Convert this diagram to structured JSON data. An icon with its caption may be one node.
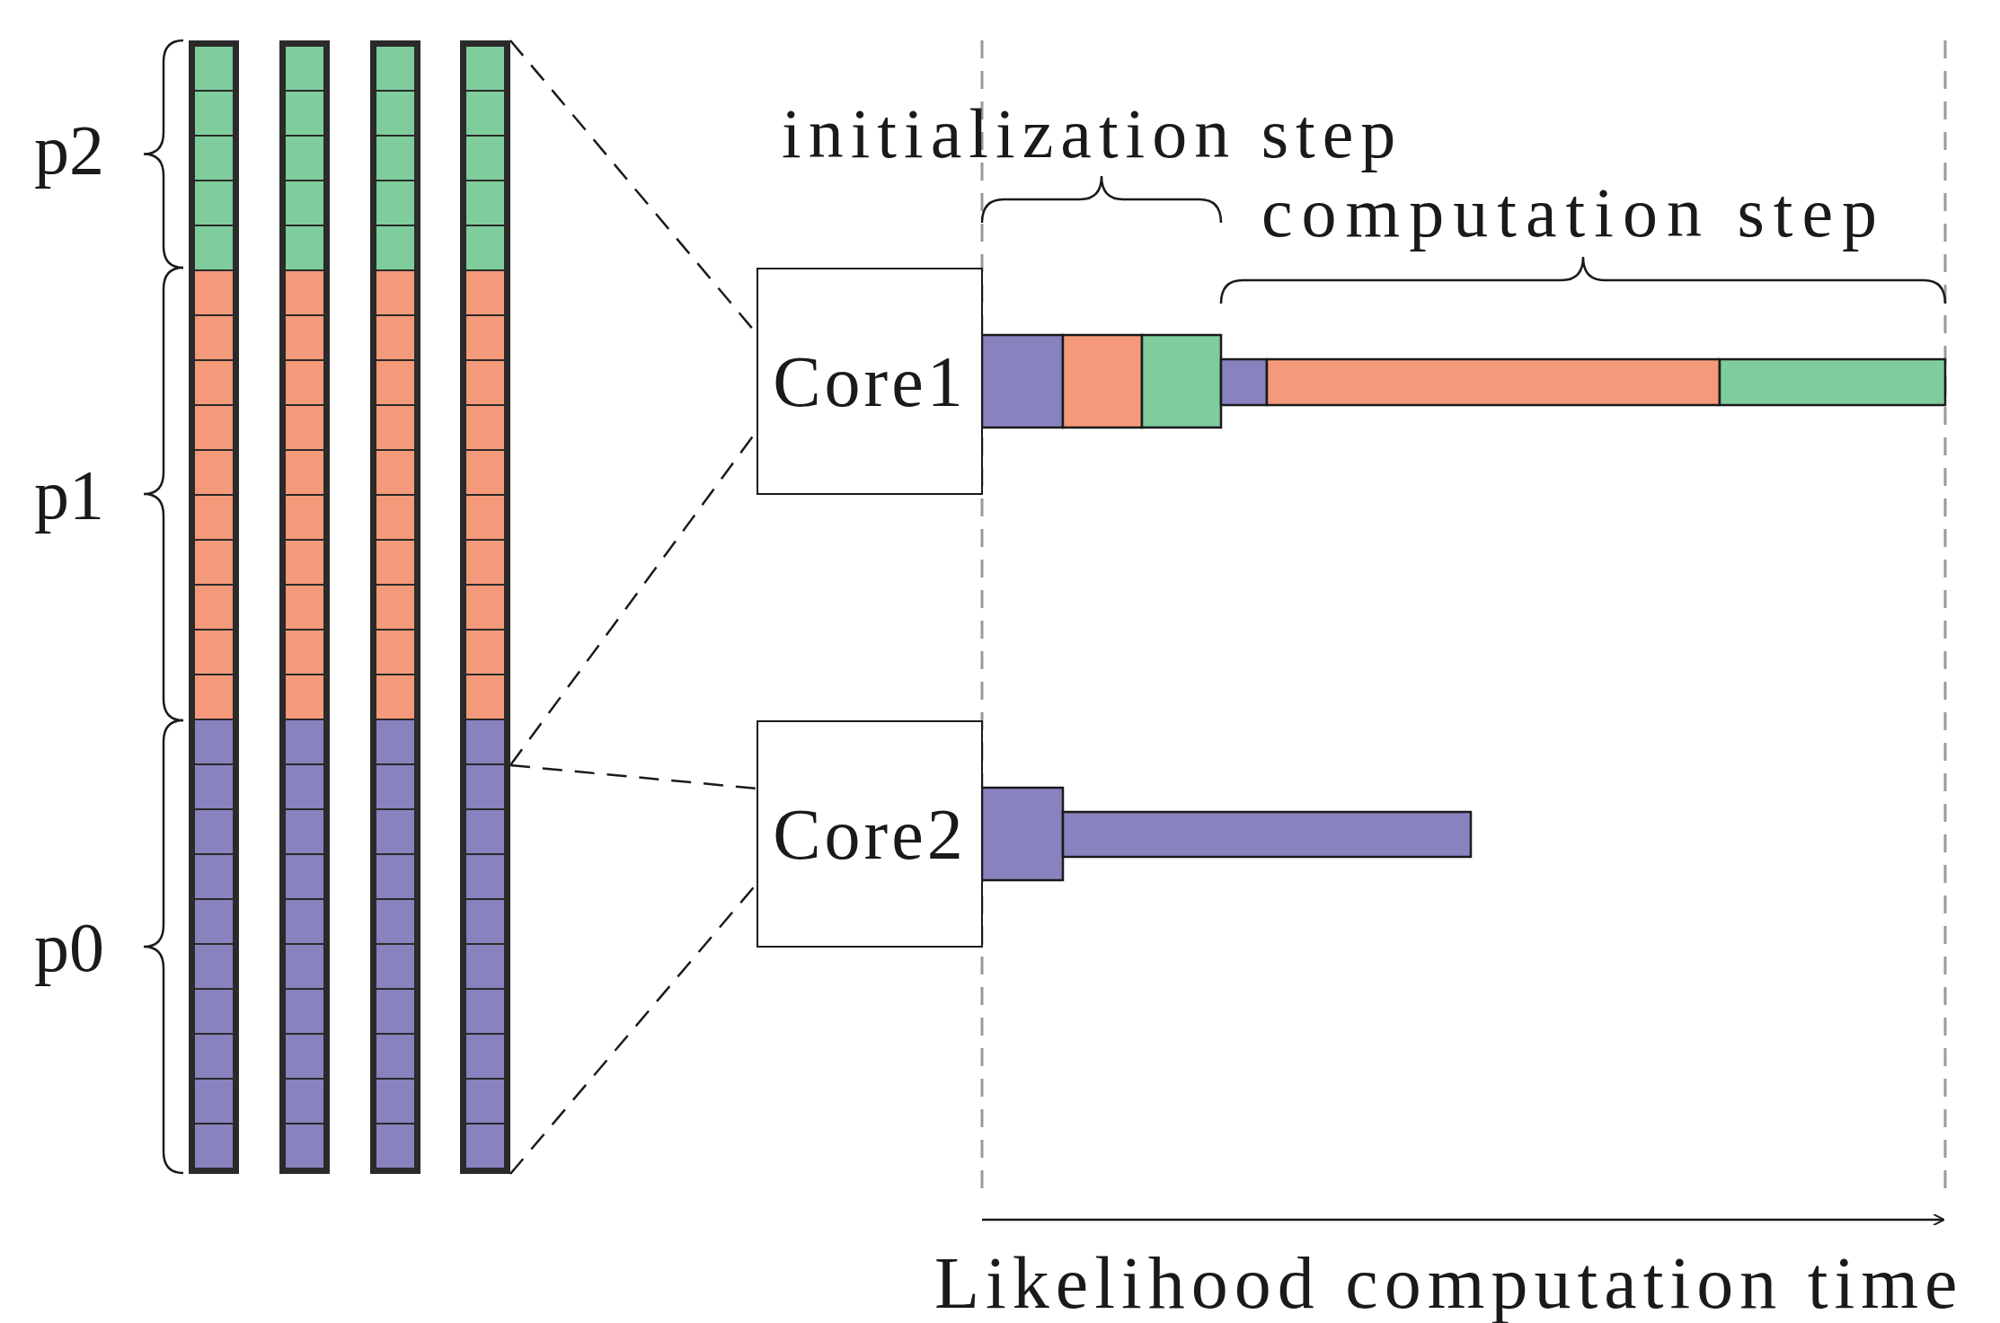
{
  "diagram": {
    "nodes": [
      {
        "text": [],
        "shape": "bar"
      },
      {
        "text": [],
        "shape": "bar"
      },
      {
        "text": [],
        "shape": "bar"
      },
      {
        "text": [],
        "shape": "bar"
      },
      {
        "text": [
          "Core1"
        ]
      },
      {
        "text": [
          "Core2"
        ]
      }
    ],
    "edges": [
      {
        "from": 3,
        "to": 4,
        "arrow": "none",
        "style": "dashed"
      },
      {
        "from": 3,
        "to": 4,
        "arrow": "none",
        "style": "dashed"
      },
      {
        "from": 3,
        "to": 5,
        "arrow": "none",
        "style": "dashed"
      },
      {
        "from": 3,
        "to": 5,
        "arrow": "none",
        "style": "dashed"
      }
    ],
    "labels": [
      "p2",
      "p1",
      "p0",
      "initialization step",
      "computation step",
      "Likelihood computation time"
    ]
  }
}
